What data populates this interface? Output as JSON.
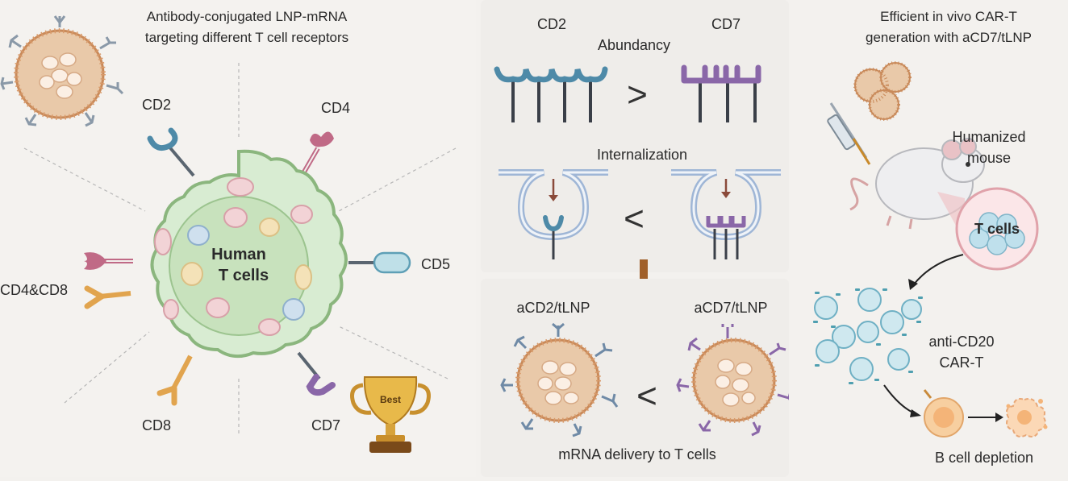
{
  "panel1": {
    "title_line1": "Antibody-conjugated LNP-mRNA",
    "title_line2": "targeting different T cell receptors",
    "cell_label_line1": "Human",
    "cell_label_line2": "T cells",
    "receptors": {
      "cd2": "CD2",
      "cd4": "CD4",
      "cd5": "CD5",
      "cd4cd8": "CD4&CD8",
      "cd8": "CD8",
      "cd7": "CD7"
    },
    "trophy_label": "Best"
  },
  "panel2": {
    "cd2_label": "CD2",
    "cd7_label": "CD7",
    "abundancy_label": "Abundancy",
    "greater_symbol": ">",
    "internalization_label": "Internalization",
    "less_symbol_1": "<",
    "acd2_label": "aCD2/tLNP",
    "acd7_label": "aCD7/tLNP",
    "less_symbol_2": "<",
    "delivery_label": "mRNA delivery to T cells"
  },
  "panel3": {
    "title_line1": "Efficient in vivo CAR-T",
    "title_line2": "generation with aCD7/tLNP",
    "mouse_label_line1": "Humanized",
    "mouse_label_line2": "mouse",
    "tcells_label": "T cells",
    "cart_label_line1": "anti-CD20",
    "cart_label_line2": "CAR-T",
    "depletion_label": "B cell depletion"
  },
  "colors": {
    "cell_fill": "#d8ecd2",
    "cell_stroke": "#8bb67e",
    "lnp_fill": "#e9c9a9",
    "lnp_stroke": "#c98a5a",
    "cd2_blue": "#4e8aa8",
    "cd7_purple": "#8a67a8",
    "cd4_pink": "#c06a86",
    "cd5_blue": "#8cc3d4",
    "cd8_orange": "#e1a44e",
    "arrow_brown": "#a0602a",
    "car_t": "#8ec8d8",
    "bcell": "#f4c090"
  }
}
